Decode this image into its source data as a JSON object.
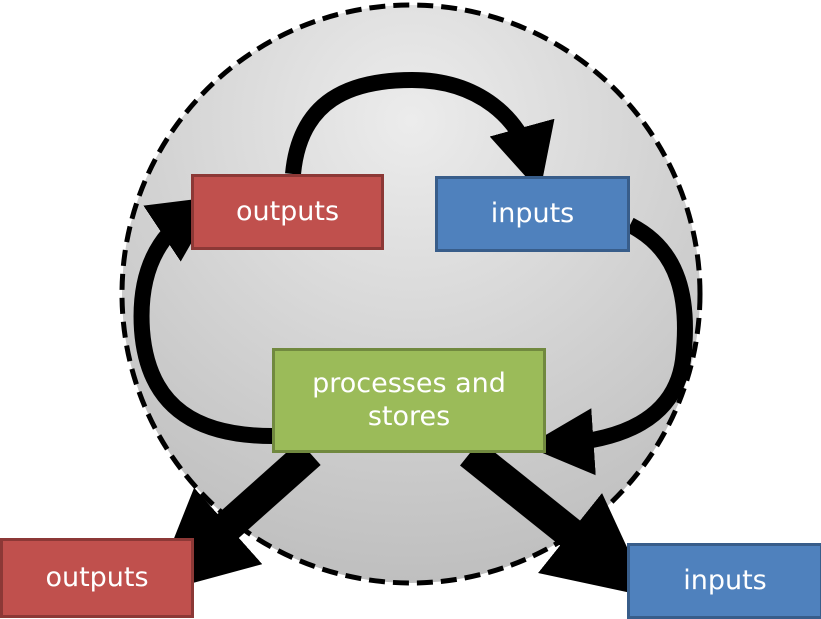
{
  "diagram": {
    "type": "cycle-flow",
    "boundary": {
      "label": "",
      "style": "dashed-circle"
    },
    "nodes": {
      "top_outputs": {
        "label": "outputs",
        "color": "#c0504d"
      },
      "top_inputs": {
        "label": "inputs",
        "color": "#4f81bd"
      },
      "process": {
        "label": "processes and stores",
        "color": "#9bbb59"
      },
      "bottom_outputs": {
        "label": "outputs",
        "color": "#c0504d"
      },
      "bottom_inputs": {
        "label": "inputs",
        "color": "#4f81bd"
      }
    },
    "edges": [
      {
        "from": "top_outputs",
        "to": "top_inputs"
      },
      {
        "from": "top_inputs",
        "to": "process"
      },
      {
        "from": "process",
        "to": "top_outputs"
      },
      {
        "from": "process",
        "to": "bottom_outputs"
      },
      {
        "from": "process",
        "to": "bottom_inputs"
      }
    ]
  }
}
